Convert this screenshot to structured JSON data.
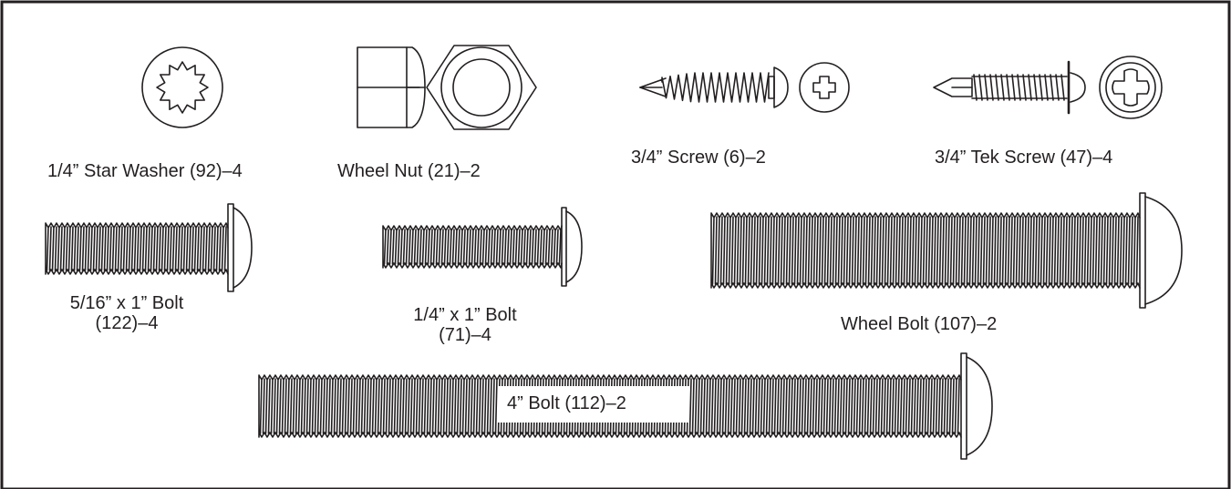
{
  "parts": {
    "star_washer": "1/4” Star Washer (92)–4",
    "wheel_nut": "Wheel Nut (21)–2",
    "screw": "3/4” Screw (6)–2",
    "tek_screw": "3/4” Tek Screw (47)–4",
    "bolt_516_line1": "5/16” x 1” Bolt",
    "bolt_516_line2": "(122)–4",
    "bolt_14_line1": "1/4” x 1” Bolt",
    "bolt_14_line2": "(71)–4",
    "wheel_bolt": "Wheel Bolt (107)–2",
    "bolt_4in": "4” Bolt (112)–2"
  }
}
